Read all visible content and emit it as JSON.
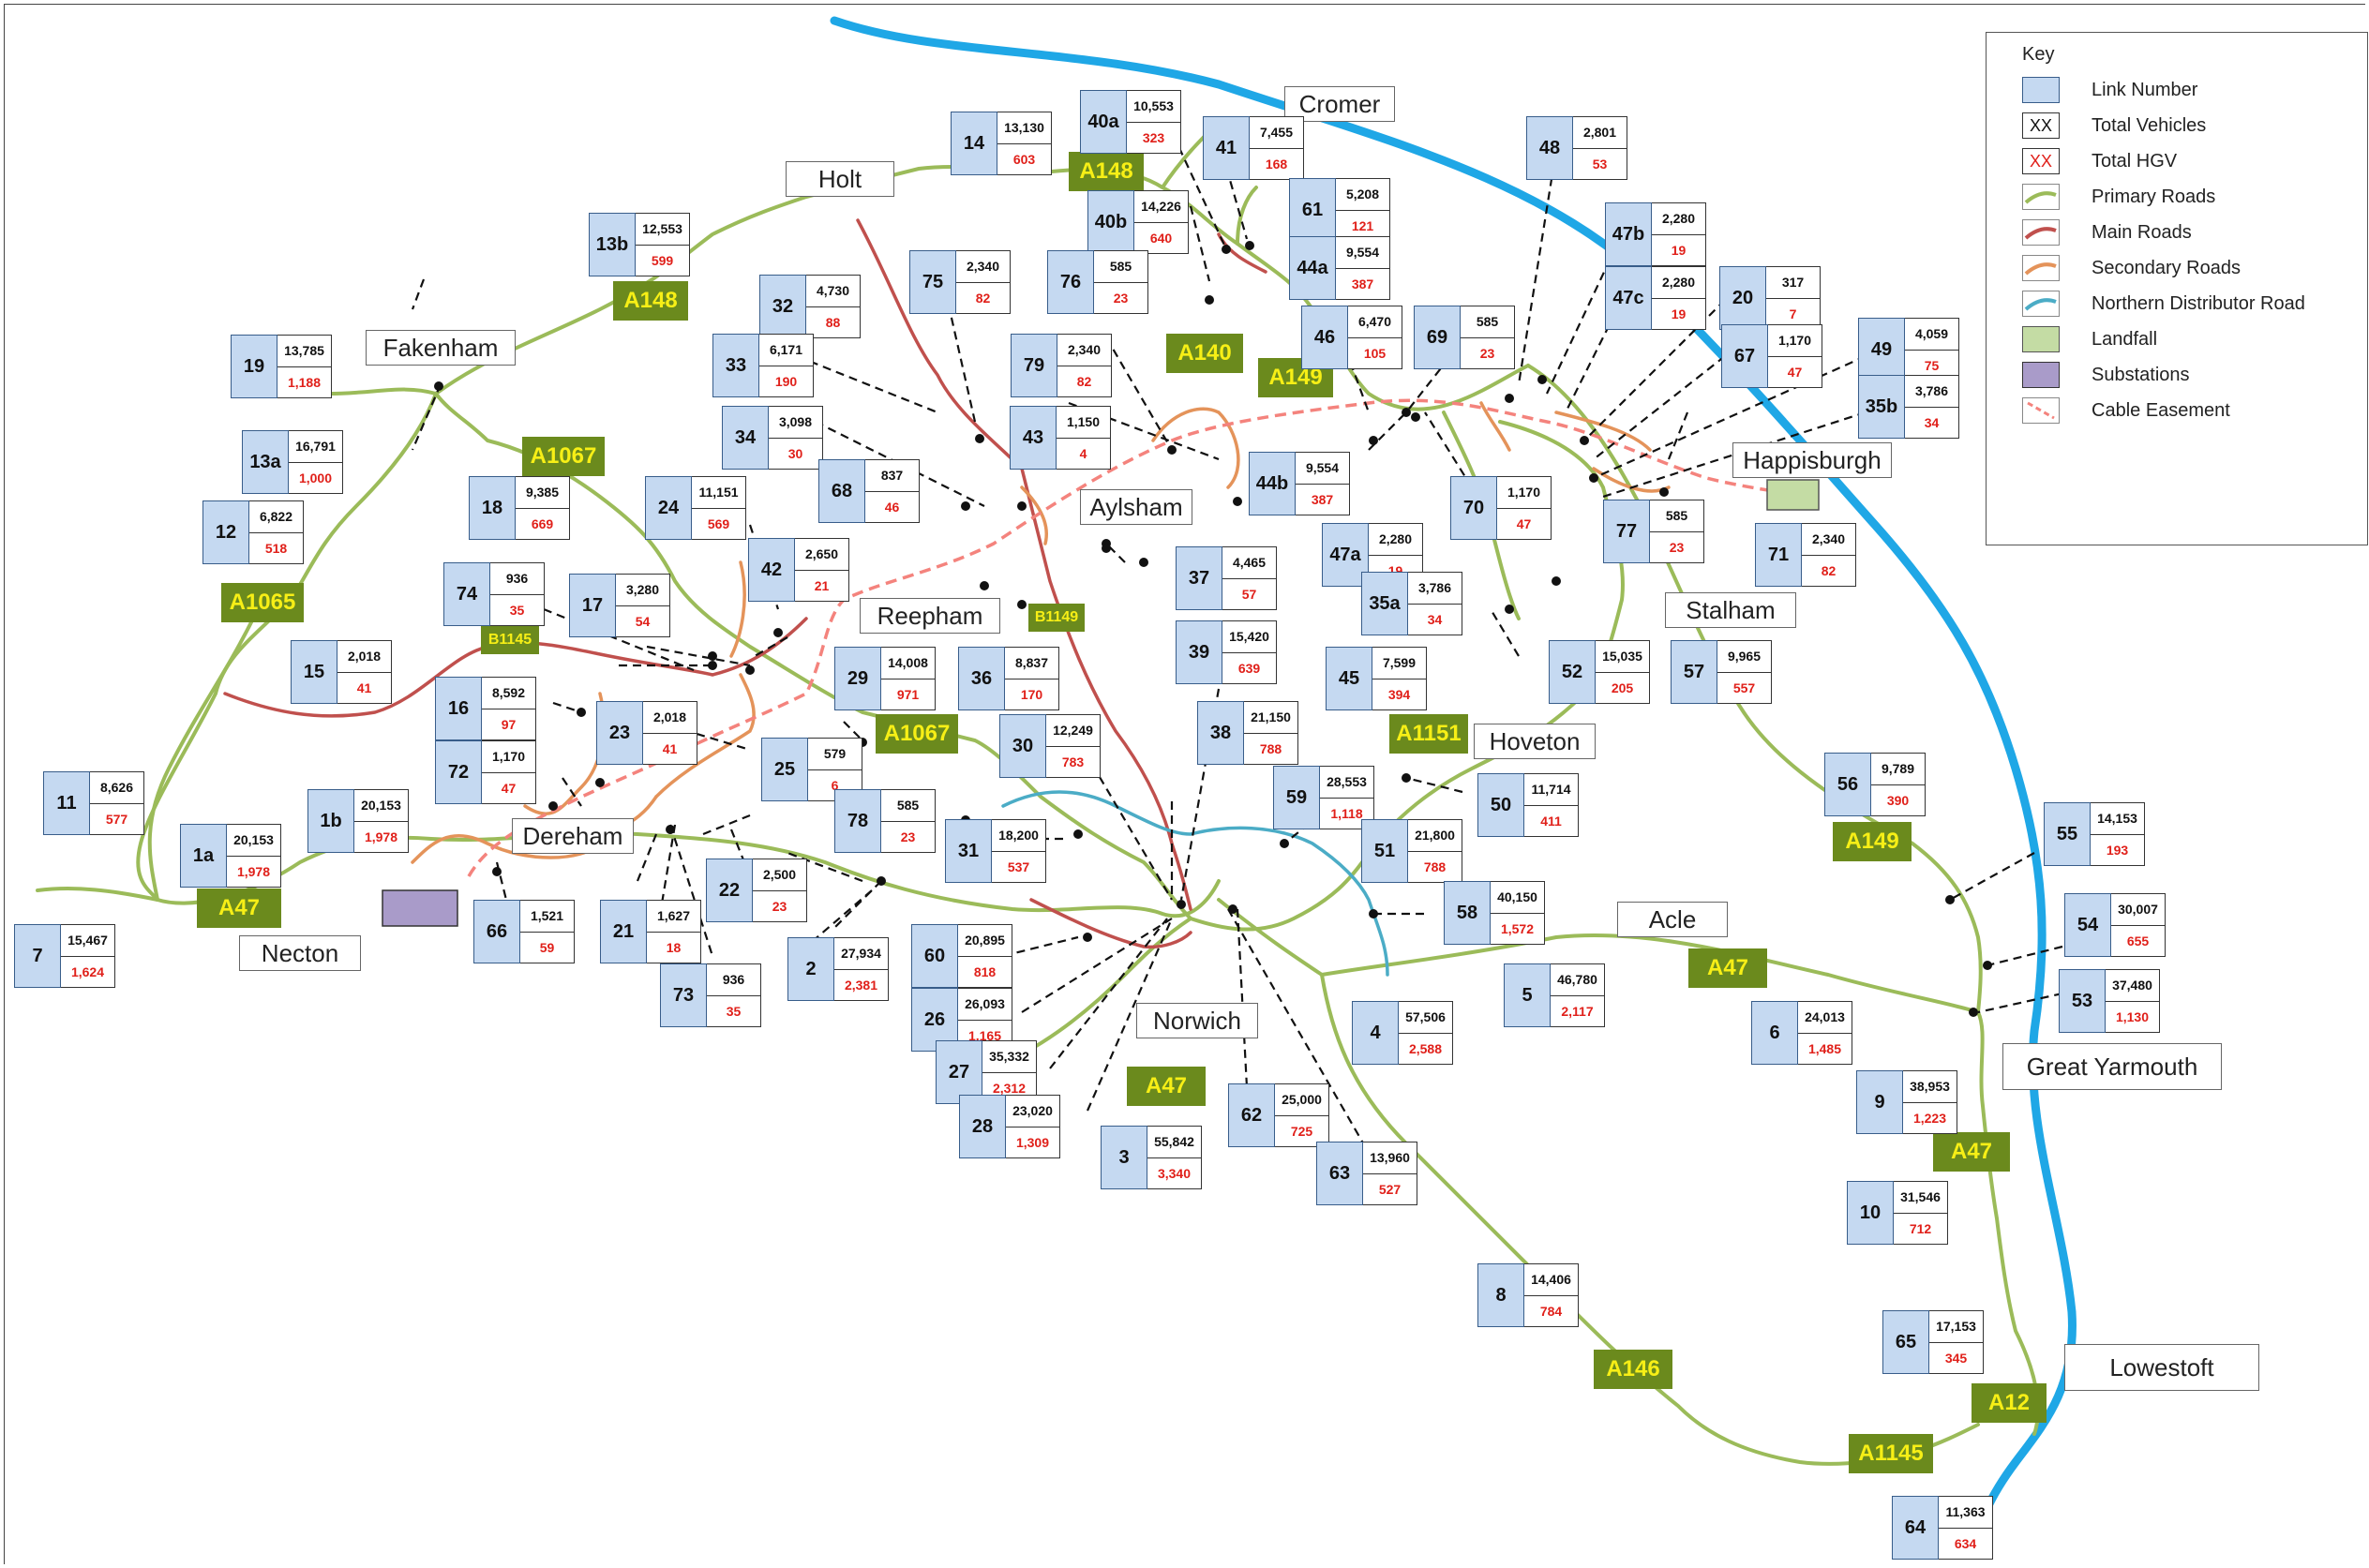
{
  "towns": {
    "cromer": "Cromer",
    "holt": "Holt",
    "fakenham": "Fakenham",
    "aylsham": "Aylsham",
    "reepham": "Reepham",
    "happisburgh": "Happisburgh",
    "stalham": "Stalham",
    "hoveton": "Hoveton",
    "dereham": "Dereham",
    "necton": "Necton",
    "acle": "Acle",
    "norwich": "Norwich",
    "great_yarmouth": "Great Yarmouth",
    "lowestoft": "Lowestoft"
  },
  "roads": {
    "a148_top": "A148",
    "a148_left": "A148",
    "a1067_left": "A1067",
    "a1065": "A1065",
    "b1145": "B1145",
    "b1149": "B1149",
    "a140": "A140",
    "a149_north": "A149",
    "a1067_mid": "A1067",
    "a1151": "A1151",
    "a47_west": "A47",
    "a47_norwich": "A47",
    "a47_acle": "A47",
    "a149_south": "A149",
    "a47_yarmouth": "A47",
    "a146": "A146",
    "a12": "A12",
    "a1145": "A1145"
  },
  "links": {
    "l14": {
      "num": "14",
      "veh": "13,130",
      "hgv": "603"
    },
    "l40a": {
      "num": "40a",
      "veh": "10,553",
      "hgv": "323"
    },
    "l41": {
      "num": "41",
      "veh": "7,455",
      "hgv": "168"
    },
    "l48": {
      "num": "48",
      "veh": "2,801",
      "hgv": "53"
    },
    "l13b": {
      "num": "13b",
      "veh": "12,553",
      "hgv": "599"
    },
    "l40b": {
      "num": "40b",
      "veh": "14,226",
      "hgv": "640"
    },
    "l61": {
      "num": "61",
      "veh": "5,208",
      "hgv": "121"
    },
    "l47b": {
      "num": "47b",
      "veh": "2,280",
      "hgv": "19"
    },
    "l44a": {
      "num": "44a",
      "veh": "9,554",
      "hgv": "387"
    },
    "l32": {
      "num": "32",
      "veh": "4,730",
      "hgv": "88"
    },
    "l75": {
      "num": "75",
      "veh": "2,340",
      "hgv": "82"
    },
    "l76": {
      "num": "76",
      "veh": "585",
      "hgv": "23"
    },
    "l47c": {
      "num": "47c",
      "veh": "2,280",
      "hgv": "19"
    },
    "l20": {
      "num": "20",
      "veh": "317",
      "hgv": "7"
    },
    "l46": {
      "num": "46",
      "veh": "6,470",
      "hgv": "105"
    },
    "l69": {
      "num": "69",
      "veh": "585",
      "hgv": "23"
    },
    "l19": {
      "num": "19",
      "veh": "13,785",
      "hgv": "1,188"
    },
    "l33": {
      "num": "33",
      "veh": "6,171",
      "hgv": "190"
    },
    "l79": {
      "num": "79",
      "veh": "2,340",
      "hgv": "82"
    },
    "l67": {
      "num": "67",
      "veh": "1,170",
      "hgv": "47"
    },
    "l49": {
      "num": "49",
      "veh": "4,059",
      "hgv": "75"
    },
    "l35b": {
      "num": "35b",
      "veh": "3,786",
      "hgv": "34"
    },
    "l34": {
      "num": "34",
      "veh": "3,098",
      "hgv": "30"
    },
    "l43": {
      "num": "43",
      "veh": "1,150",
      "hgv": "4"
    },
    "l13a": {
      "num": "13a",
      "veh": "16,791",
      "hgv": "1,000"
    },
    "l68": {
      "num": "68",
      "veh": "837",
      "hgv": "46"
    },
    "l44b": {
      "num": "44b",
      "veh": "9,554",
      "hgv": "387"
    },
    "l70": {
      "num": "70",
      "veh": "1,170",
      "hgv": "47"
    },
    "l18": {
      "num": "18",
      "veh": "9,385",
      "hgv": "669"
    },
    "l24": {
      "num": "24",
      "veh": "11,151",
      "hgv": "569"
    },
    "l12": {
      "num": "12",
      "veh": "6,822",
      "hgv": "518"
    },
    "l77": {
      "num": "77",
      "veh": "585",
      "hgv": "23"
    },
    "l47a": {
      "num": "47a",
      "veh": "2,280",
      "hgv": "19"
    },
    "l71": {
      "num": "71",
      "veh": "2,340",
      "hgv": "82"
    },
    "l42": {
      "num": "42",
      "veh": "2,650",
      "hgv": "21"
    },
    "l37": {
      "num": "37",
      "veh": "4,465",
      "hgv": "57"
    },
    "l74": {
      "num": "74",
      "veh": "936",
      "hgv": "35"
    },
    "l17": {
      "num": "17",
      "veh": "3,280",
      "hgv": "54"
    },
    "l35a": {
      "num": "35a",
      "veh": "3,786",
      "hgv": "34"
    },
    "l39": {
      "num": "39",
      "veh": "15,420",
      "hgv": "639"
    },
    "l15": {
      "num": "15",
      "veh": "2,018",
      "hgv": "41"
    },
    "l29": {
      "num": "29",
      "veh": "14,008",
      "hgv": "971"
    },
    "l36": {
      "num": "36",
      "veh": "8,837",
      "hgv": "170"
    },
    "l45": {
      "num": "45",
      "veh": "7,599",
      "hgv": "394"
    },
    "l52": {
      "num": "52",
      "veh": "15,035",
      "hgv": "205"
    },
    "l57": {
      "num": "57",
      "veh": "9,965",
      "hgv": "557"
    },
    "l16": {
      "num": "16",
      "veh": "8,592",
      "hgv": "97"
    },
    "l23": {
      "num": "23",
      "veh": "2,018",
      "hgv": "41"
    },
    "l38": {
      "num": "38",
      "veh": "21,150",
      "hgv": "788"
    },
    "l30": {
      "num": "30",
      "veh": "12,249",
      "hgv": "783"
    },
    "l72": {
      "num": "72",
      "veh": "1,170",
      "hgv": "47"
    },
    "l25": {
      "num": "25",
      "veh": "579",
      "hgv": "6"
    },
    "l59": {
      "num": "59",
      "veh": "28,553",
      "hgv": "1,118"
    },
    "l50": {
      "num": "50",
      "veh": "11,714",
      "hgv": "411"
    },
    "l56": {
      "num": "56",
      "veh": "9,789",
      "hgv": "390"
    },
    "l11": {
      "num": "11",
      "veh": "8,626",
      "hgv": "577"
    },
    "l1b": {
      "num": "1b",
      "veh": "20,153",
      "hgv": "1,978"
    },
    "l78": {
      "num": "78",
      "veh": "585",
      "hgv": "23"
    },
    "l55": {
      "num": "55",
      "veh": "14,153",
      "hgv": "193"
    },
    "l1a": {
      "num": "1a",
      "veh": "20,153",
      "hgv": "1,978"
    },
    "l31": {
      "num": "31",
      "veh": "18,200",
      "hgv": "537"
    },
    "l51": {
      "num": "51",
      "veh": "21,800",
      "hgv": "788"
    },
    "l22": {
      "num": "22",
      "veh": "2,500",
      "hgv": "23"
    },
    "l58": {
      "num": "58",
      "veh": "40,150",
      "hgv": "1,572"
    },
    "l54": {
      "num": "54",
      "veh": "30,007",
      "hgv": "655"
    },
    "l66": {
      "num": "66",
      "veh": "1,521",
      "hgv": "59"
    },
    "l21": {
      "num": "21",
      "veh": "1,627",
      "hgv": "18"
    },
    "l7": {
      "num": "7",
      "veh": "15,467",
      "hgv": "1,624"
    },
    "l2": {
      "num": "2",
      "veh": "27,934",
      "hgv": "2,381"
    },
    "l60": {
      "num": "60",
      "veh": "20,895",
      "hgv": "818"
    },
    "l5": {
      "num": "5",
      "veh": "46,780",
      "hgv": "2,117"
    },
    "l73": {
      "num": "73",
      "veh": "936",
      "hgv": "35"
    },
    "l53": {
      "num": "53",
      "veh": "37,480",
      "hgv": "1,130"
    },
    "l26": {
      "num": "26",
      "veh": "26,093",
      "hgv": "1,165"
    },
    "l4": {
      "num": "4",
      "veh": "57,506",
      "hgv": "2,588"
    },
    "l6": {
      "num": "6",
      "veh": "24,013",
      "hgv": "1,485"
    },
    "l27": {
      "num": "27",
      "veh": "35,332",
      "hgv": "2,312"
    },
    "l9": {
      "num": "9",
      "veh": "38,953",
      "hgv": "1,223"
    },
    "l62": {
      "num": "62",
      "veh": "25,000",
      "hgv": "725"
    },
    "l28": {
      "num": "28",
      "veh": "23,020",
      "hgv": "1,309"
    },
    "l3": {
      "num": "3",
      "veh": "55,842",
      "hgv": "3,340"
    },
    "l63": {
      "num": "63",
      "veh": "13,960",
      "hgv": "527"
    },
    "l10": {
      "num": "10",
      "veh": "31,546",
      "hgv": "712"
    },
    "l8": {
      "num": "8",
      "veh": "14,406",
      "hgv": "784"
    },
    "l65": {
      "num": "65",
      "veh": "17,153",
      "hgv": "345"
    },
    "l64": {
      "num": "64",
      "veh": "11,363",
      "hgv": "634"
    }
  },
  "key": {
    "title": "Key",
    "items": [
      {
        "label": "Link Number",
        "swatch": ""
      },
      {
        "label": "Total Vehicles",
        "swatch": "XX"
      },
      {
        "label": "Total HGV",
        "swatch": "XX"
      },
      {
        "label": "Primary Roads",
        "swatch": ""
      },
      {
        "label": "Main Roads",
        "swatch": ""
      },
      {
        "label": "Secondary Roads",
        "swatch": ""
      },
      {
        "label": "Northern Distributor Road",
        "swatch": ""
      },
      {
        "label": "Landfall",
        "swatch": ""
      },
      {
        "label": "Substations",
        "swatch": ""
      },
      {
        "label": "Cable Easement",
        "swatch": ""
      }
    ]
  },
  "colors": {
    "primary_road": "#9bbb59",
    "main_road": "#c0504d",
    "secondary_road": "#e4935a",
    "distributor_road": "#4bacc6",
    "coastline": "#1fa7e6",
    "cable_easement": "#f4837d",
    "landfall": "#c4dca4",
    "substation": "#a99bc9",
    "road_label_bg": "#6b8a1d",
    "road_label_text": "#f7ef16",
    "hgv_text": "#e0201a",
    "link_number_bg": "#c5d9f1"
  }
}
